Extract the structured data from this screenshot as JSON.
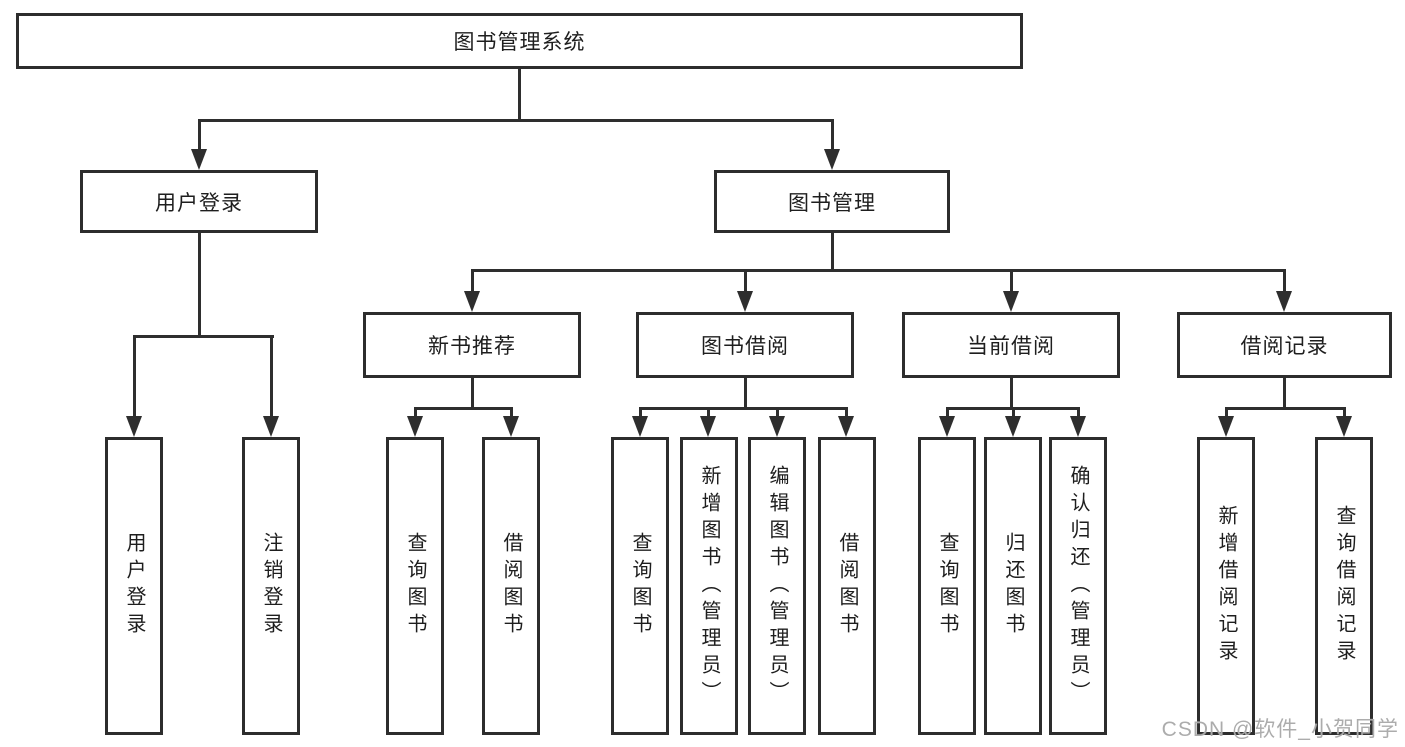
{
  "diagram": {
    "root": {
      "label": "图书管理系统"
    },
    "level2": [
      {
        "label": "用户登录"
      },
      {
        "label": "图书管理"
      }
    ],
    "level3": [
      {
        "label": "新书推荐"
      },
      {
        "label": "图书借阅"
      },
      {
        "label": "当前借阅"
      },
      {
        "label": "借阅记录"
      }
    ],
    "leaves": {
      "user_login": [
        {
          "label": "用户登录"
        },
        {
          "label": "注销登录"
        }
      ],
      "new_book": [
        {
          "label": "查询图书"
        },
        {
          "label": "借阅图书"
        }
      ],
      "book_borrow": [
        {
          "label": "查询图书"
        },
        {
          "label": "新增图书（管理员）"
        },
        {
          "label": "编辑图书（管理员）"
        },
        {
          "label": "借阅图书"
        }
      ],
      "current_borrow": [
        {
          "label": "查询图书"
        },
        {
          "label": "归还图书"
        },
        {
          "label": "确认归还（管理员）"
        }
      ],
      "borrow_record": [
        {
          "label": "新增借阅记录"
        },
        {
          "label": "查询借阅记录"
        }
      ]
    },
    "watermark": "CSDN @软件_小贺同学",
    "colors": {
      "line": "#2e2e2e",
      "box_border": "#2d2d2d",
      "box_fill": "#ffffff",
      "text": "#1e1e1e",
      "watermark": "#a8a8a8",
      "background": "#ffffff"
    }
  }
}
